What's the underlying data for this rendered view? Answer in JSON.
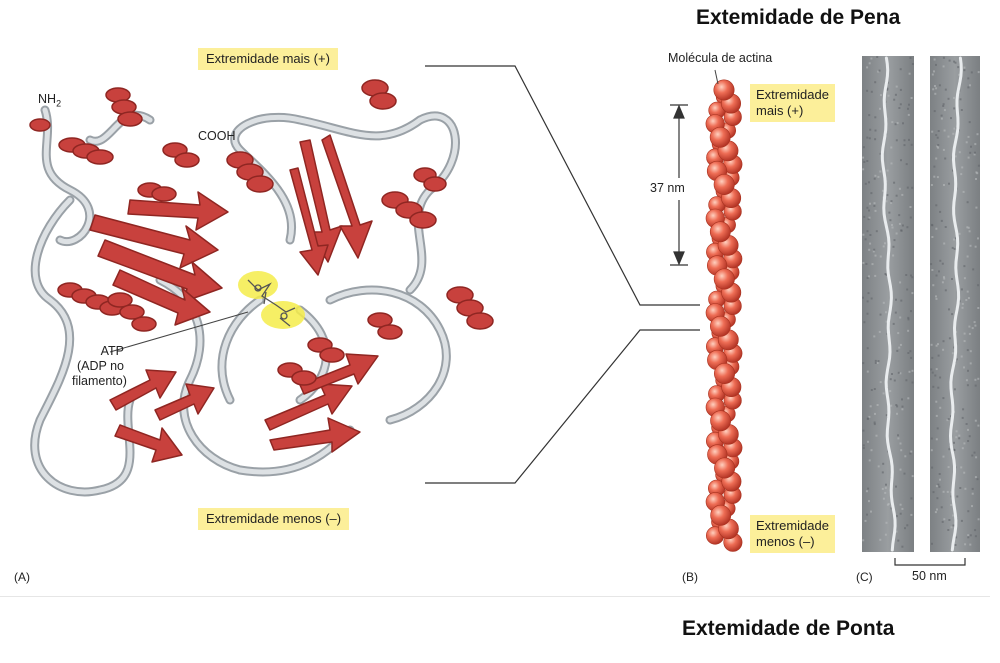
{
  "headings": {
    "top": "Extemidade de Pena",
    "bottom": "Extemidade de Ponta"
  },
  "panel_a": {
    "letter": "(A)",
    "plus_end": "Extremidade mais (+)",
    "minus_end": "Extremidade menos (–)",
    "nh2": "NH",
    "nh2_sub": "2",
    "cooh": "COOH",
    "atp_lines": [
      "ATP",
      "(ADP no",
      "filamento)"
    ]
  },
  "panel_b": {
    "letter": "(B)",
    "molecule": "Molécula de actina",
    "plus_end_lines": [
      "Extremidade",
      "mais (+)"
    ],
    "minus_end_lines": [
      "Extremidade",
      "menos (–)"
    ],
    "repeat": "37 nm"
  },
  "panel_c": {
    "letter": "(C)",
    "scale": "50 nm"
  },
  "colors": {
    "ribbon": "#c8413d",
    "ribbon_dark": "#8f2622",
    "loop": "#c9ced3",
    "bead": "#e8644f",
    "highlight": "#fcef9a",
    "atp_glow": "#f4ec4a"
  }
}
